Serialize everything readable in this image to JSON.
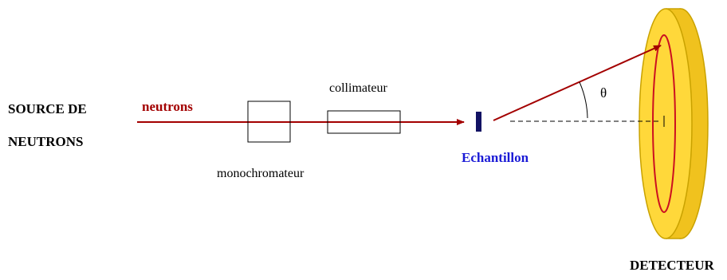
{
  "labels": {
    "source_line1": "SOURCE DE",
    "source_line2": "NEUTRONS",
    "beam": "neutrons",
    "collimator": "collimateur",
    "monochromator": "monochromateur",
    "sample": "Echantillon",
    "angle": "θ",
    "detector": "DETECTEUR"
  },
  "colors": {
    "beam": "#a30000",
    "sample_label": "#1a1ad6",
    "sample_block": "#121263",
    "detector_face": "#ffd83a",
    "detector_edge": "#c9a200",
    "detector_ring": "#cc1020"
  }
}
